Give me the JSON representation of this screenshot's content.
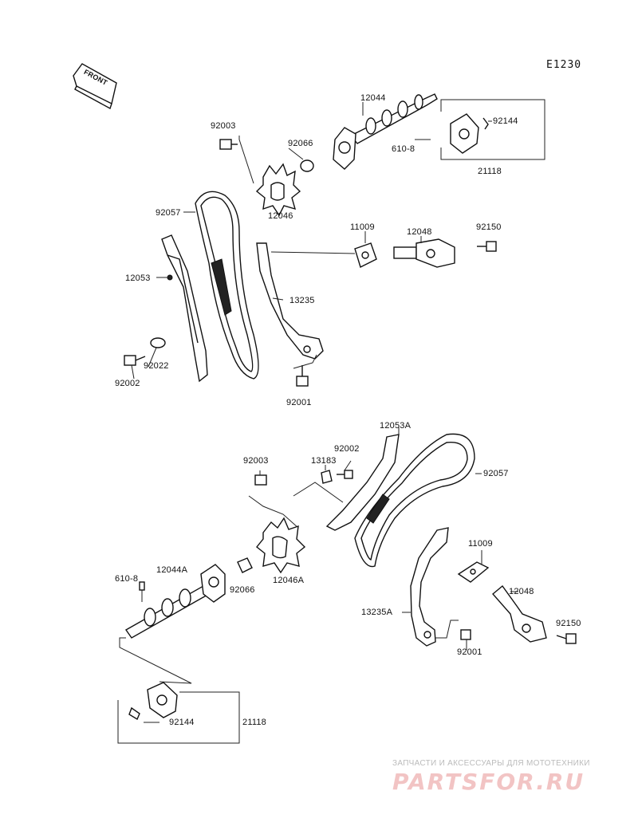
{
  "figure_code": "E1230",
  "front_label": "FRONT",
  "watermark": {
    "line1": "ЗАПЧАСТИ И АКСЕССУАРЫ ДЛЯ МОТОТЕХНИКИ",
    "line2": "PARTSFOR.RU"
  },
  "colors": {
    "line": "#111111",
    "watermark_text": "#bbbbbb",
    "watermark_logo": "#f2c4c4"
  },
  "labels": {
    "top": {
      "camshaft": "12044",
      "key_610": "610-8",
      "holder": "92144",
      "rotor_assy": "21118",
      "bolt_sprocket": "92003",
      "collar": "92066",
      "sprocket": "12046",
      "chain": "92057",
      "gasket": "11009",
      "tensioner": "12048",
      "tensioner_bolt": "92150",
      "guide_front": "12053",
      "guide_rear": "13235",
      "washer": "92022",
      "bolt_guide": "92002",
      "bolt_rear_guide": "92001"
    },
    "bottom": {
      "guide_front": "12053A",
      "bolt_sprocket": "92003",
      "clamp": "13183",
      "bolt_guide": "92002",
      "chain": "92057",
      "camshaft": "12044A",
      "key_610": "610-8",
      "sprocket": "12046A",
      "collar": "92066",
      "gasket": "11009",
      "tensioner": "12048",
      "guide_rear": "13235A",
      "tensioner_bolt": "92150",
      "bolt_rear_guide": "92001",
      "holder": "92144",
      "rotor_assy": "21118"
    }
  }
}
